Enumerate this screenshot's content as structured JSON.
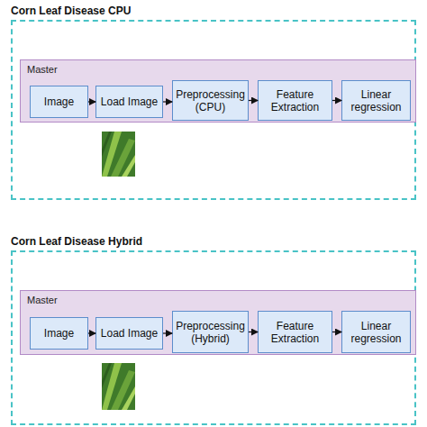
{
  "diagram": {
    "nodes": [
      {
        "text": [
          "Corn Leaf Disease CPU"
        ]
      },
      {
        "text": [
          "Master"
        ],
        "in": 0
      },
      {
        "text": [
          "Image"
        ],
        "in": 1
      },
      {
        "text": [
          "Load Image"
        ],
        "in": 1
      },
      {
        "text": [
          "Preprocessing (CPU)"
        ],
        "in": 1
      },
      {
        "text": [
          "Feature Extraction"
        ],
        "in": 1
      },
      {
        "text": [
          "Linear regression"
        ],
        "in": 1
      },
      {
        "text": [
          "Corn Leaf Disease Hybrid"
        ]
      },
      {
        "text": [
          "Master"
        ],
        "in": 7
      },
      {
        "text": [
          "Image"
        ],
        "in": 8
      },
      {
        "text": [
          "Load Image"
        ],
        "in": 8
      },
      {
        "text": [
          "Preprocessing (Hybrid)"
        ],
        "in": 8
      },
      {
        "text": [
          "Feature Extraction"
        ],
        "in": 8
      },
      {
        "text": [
          "Linear regression"
        ],
        "in": 8
      }
    ],
    "edges": [
      {
        "from": 2,
        "to": 3,
        "arrow": "to"
      },
      {
        "from": 3,
        "to": 4,
        "arrow": "to"
      },
      {
        "from": 4,
        "to": 5,
        "arrow": "to"
      },
      {
        "from": 5,
        "to": 6,
        "arrow": "to"
      },
      {
        "from": 9,
        "to": 10,
        "arrow": "to"
      },
      {
        "from": 10,
        "to": 11,
        "arrow": "to"
      },
      {
        "from": 11,
        "to": 12,
        "arrow": "to"
      },
      {
        "from": 12,
        "to": 13,
        "arrow": "to"
      }
    ]
  }
}
